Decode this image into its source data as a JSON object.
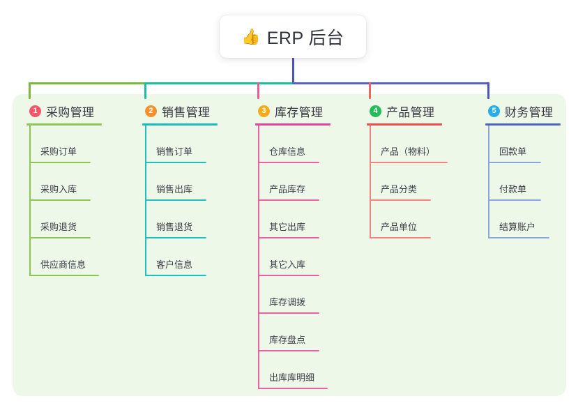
{
  "root": {
    "icon": "thumbs-up-icon",
    "emoji": "👍",
    "title": "ERP 后台"
  },
  "panel": {
    "background": "#eef8e9"
  },
  "connector": {
    "stem_color": "#4a55c4",
    "segments": [
      {
        "name": "segment-green",
        "color": "#7ab93f"
      },
      {
        "name": "segment-teal",
        "color": "#19bfa4"
      },
      {
        "name": "segment-indigo",
        "color": "#5a5fc6"
      }
    ],
    "drops": [
      {
        "name": "drop-purchase",
        "color": "#7ab93f"
      },
      {
        "name": "drop-sales",
        "color": "#19bfa4"
      },
      {
        "name": "drop-inventory",
        "color": "#ef5a96"
      },
      {
        "name": "drop-product",
        "color": "#f5635f"
      },
      {
        "name": "drop-finance",
        "color": "#4a55c4"
      }
    ]
  },
  "branches": [
    {
      "key": "purchase",
      "number": "1",
      "title": "采购管理",
      "badge_color": "#f5566c",
      "line_color": "#8cc653",
      "rule_color": "#8cc653",
      "items": [
        {
          "label": "采购订单",
          "width": 88
        },
        {
          "label": "采购入库",
          "width": 88
        },
        {
          "label": "采购退货",
          "width": 88
        },
        {
          "label": "供应商信息",
          "width": 100
        }
      ]
    },
    {
      "key": "sales",
      "number": "2",
      "title": "销售管理",
      "badge_color": "#f79130",
      "line_color": "#21c0c0",
      "rule_color": "#17bdbd",
      "items": [
        {
          "label": "销售订单",
          "width": 88
        },
        {
          "label": "销售出库",
          "width": 88
        },
        {
          "label": "销售退货",
          "width": 88
        },
        {
          "label": "客户信息",
          "width": 88
        }
      ]
    },
    {
      "key": "inventory",
      "number": "3",
      "title": "库存管理",
      "badge_color": "#f5ab1b",
      "line_color": "#ed61a3",
      "rule_color": "#e8419a",
      "items": [
        {
          "label": "仓库信息",
          "width": 88
        },
        {
          "label": "产品库存",
          "width": 88
        },
        {
          "label": "其它出库",
          "width": 88
        },
        {
          "label": "其它入库",
          "width": 88
        },
        {
          "label": "库存调拨",
          "width": 88
        },
        {
          "label": "库存盘点",
          "width": 88
        },
        {
          "label": "出库库明细",
          "width": 100
        }
      ]
    },
    {
      "key": "product",
      "number": "4",
      "title": "产品管理",
      "badge_color": "#24bb5e",
      "line_color": "#f7817c",
      "rule_color": "#f5484a",
      "items": [
        {
          "label": "产品（物料）",
          "width": 112
        },
        {
          "label": "产品分类",
          "width": 88
        },
        {
          "label": "产品单位",
          "width": 88
        }
      ]
    },
    {
      "key": "finance",
      "number": "5",
      "title": "财务管理",
      "badge_color": "#27b0e6",
      "line_color": "#8aa4e0",
      "rule_color": "#4a63c8",
      "items": [
        {
          "label": "回款单",
          "width": 76
        },
        {
          "label": "付款单",
          "width": 76
        },
        {
          "label": "结算账户",
          "width": 88
        }
      ]
    }
  ]
}
